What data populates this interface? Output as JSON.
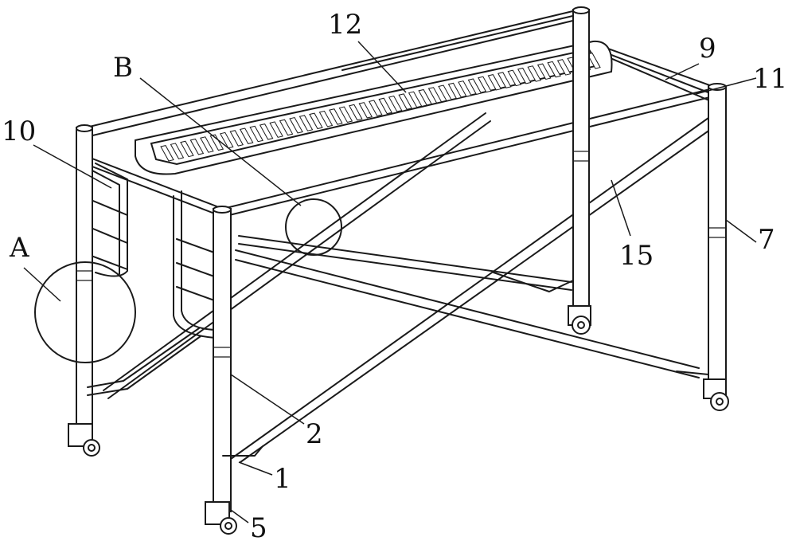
{
  "figure": {
    "labels": {
      "l1": "1",
      "l2": "2",
      "l5": "5",
      "l7": "7",
      "l9": "9",
      "l10": "10",
      "l11": "11",
      "l12": "12",
      "l15": "15",
      "lA": "A",
      "lB": "B"
    }
  }
}
